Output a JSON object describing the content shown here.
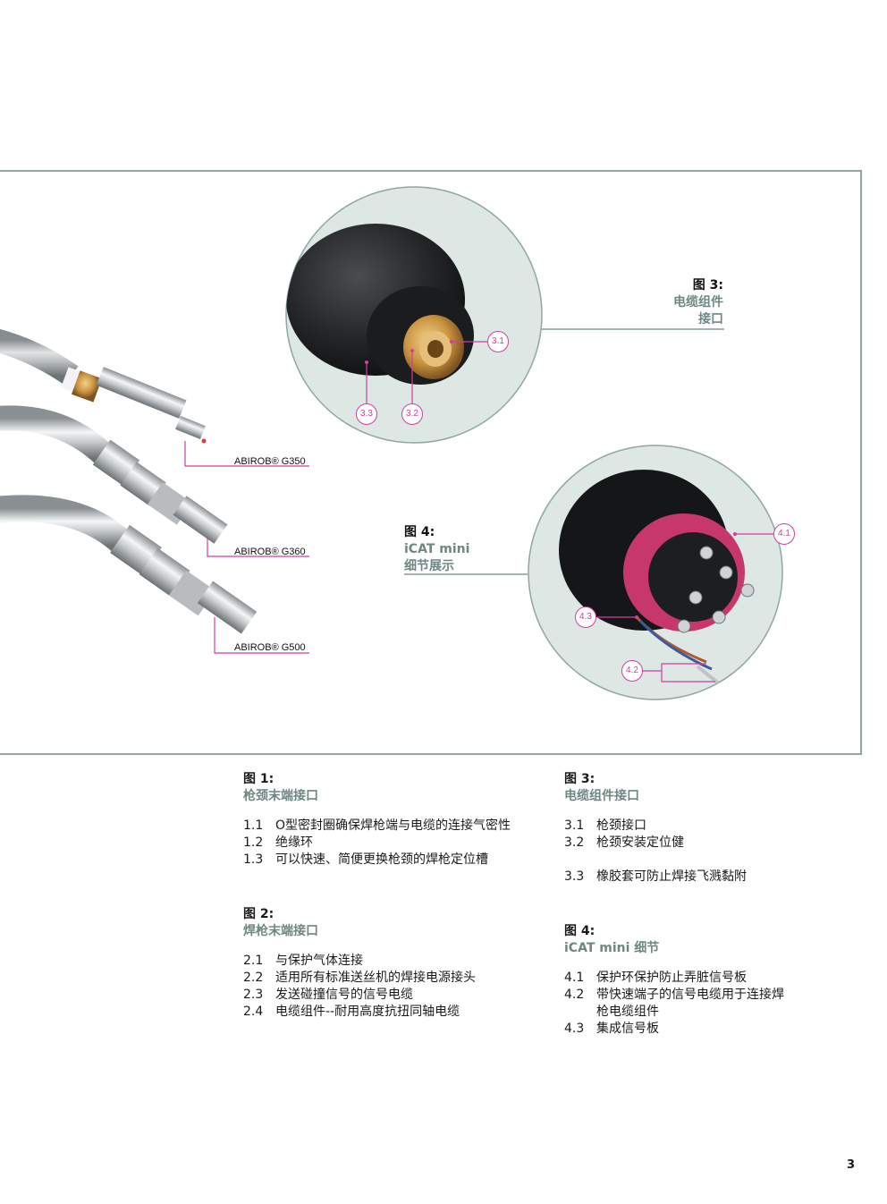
{
  "figure_panel": {
    "models": [
      "ABIROB® G350",
      "ABIROB® G360",
      "ABIROB® G500"
    ],
    "fig3_caption": {
      "number": "图 3:",
      "title_line1": "电缆组件",
      "title_line2": "接口"
    },
    "fig4_caption": {
      "number": "图 4:",
      "title_line1": "iCAT mini",
      "title_line2": "细节展示"
    },
    "callouts": {
      "c31": "3.1",
      "c32": "3.2",
      "c33": "3.3",
      "c41": "4.1",
      "c42": "4.2",
      "c43": "4.3"
    },
    "colors": {
      "border": "#93a3a0",
      "callout": "#d43c9e",
      "caption_title": "#6f8783"
    }
  },
  "text": {
    "fig1": {
      "number": "图 1:",
      "title": "枪颈末端接口",
      "items": [
        {
          "n": "1.1",
          "t": "O型密封圈确保焊枪端与电缆的连接气密性"
        },
        {
          "n": "1.2",
          "t": "绝缘环"
        },
        {
          "n": "1.3",
          "t": "可以快速、简便更换枪颈的焊枪定位槽"
        }
      ]
    },
    "fig2": {
      "number": "图 2:",
      "title": "焊枪末端接口",
      "items": [
        {
          "n": "2.1",
          "t": "与保护气体连接"
        },
        {
          "n": "2.2",
          "t": "适用所有标准送丝机的焊接电源接头"
        },
        {
          "n": "2.3",
          "t": "发送碰撞信号的信号电缆"
        },
        {
          "n": "2.4",
          "t": "电缆组件--耐用高度抗扭同轴电缆"
        }
      ]
    },
    "fig3": {
      "number": "图 3:",
      "title": "电缆组件接口",
      "items": [
        {
          "n": "3.1",
          "t": "枪颈接口"
        },
        {
          "n": "3.2",
          "t": "枪颈安装定位健"
        },
        {
          "n": "3.3",
          "t": "橡胶套可防止焊接飞溅黏附"
        }
      ]
    },
    "fig4": {
      "number": "图 4:",
      "title": "iCAT mini 细节",
      "items": [
        {
          "n": "4.1",
          "t": "保护环保护防止弄脏信号板"
        },
        {
          "n": "4.2",
          "t": "带快速端子的信号电缆用于连接焊枪电缆组件"
        },
        {
          "n": "4.3",
          "t": "集成信号板"
        }
      ]
    }
  },
  "page_number": "3"
}
